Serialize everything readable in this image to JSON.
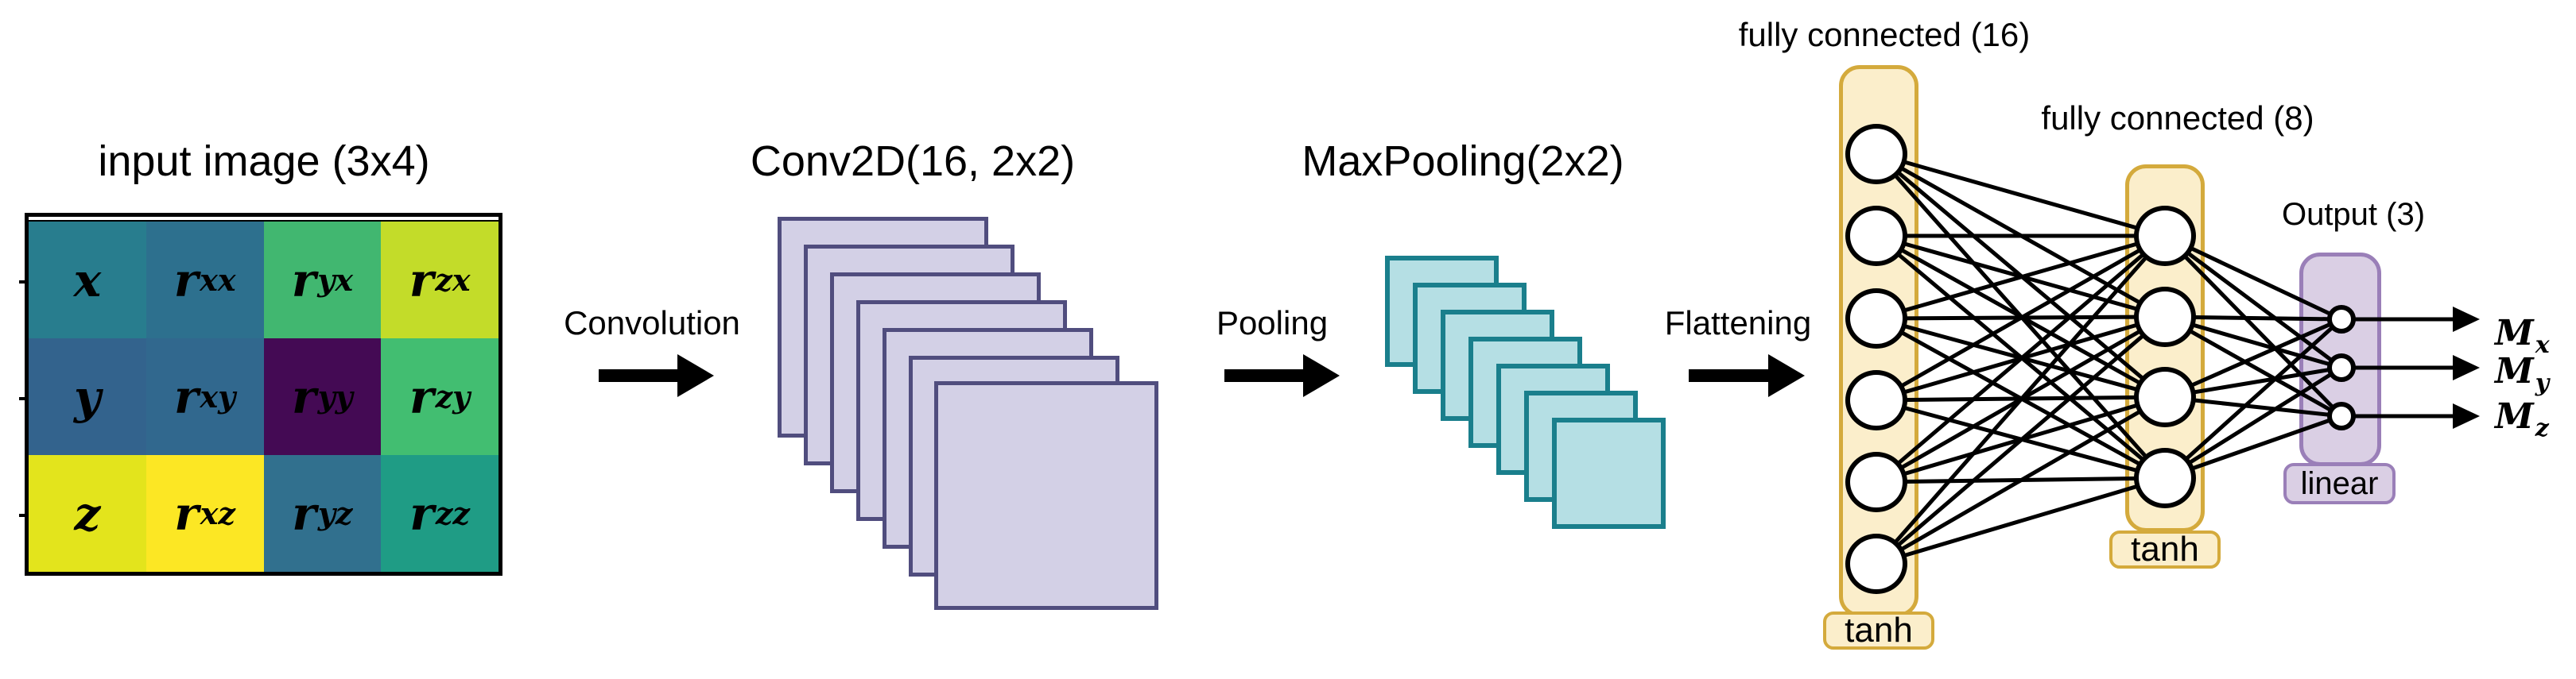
{
  "input": {
    "title": "input image (3x4)",
    "grid": {
      "rows": 3,
      "cols": 4,
      "cells": [
        {
          "base": "x",
          "sub": "",
          "color": "#287d8e"
        },
        {
          "base": "r",
          "sub": "xx",
          "color": "#2d708e"
        },
        {
          "base": "r",
          "sub": "yx",
          "color": "#41b770"
        },
        {
          "base": "r",
          "sub": "zx",
          "color": "#c3dc29"
        },
        {
          "base": "y",
          "sub": "",
          "color": "#33638d"
        },
        {
          "base": "r",
          "sub": "xy",
          "color": "#31688e"
        },
        {
          "base": "r",
          "sub": "yy",
          "color": "#440a54"
        },
        {
          "base": "r",
          "sub": "zy",
          "color": "#42be71"
        },
        {
          "base": "z",
          "sub": "",
          "color": "#e3e41c"
        },
        {
          "base": "r",
          "sub": "xz",
          "color": "#fce724"
        },
        {
          "base": "r",
          "sub": "yz",
          "color": "#31708e"
        },
        {
          "base": "r",
          "sub": "zz",
          "color": "#1f9c85"
        }
      ]
    }
  },
  "steps": [
    {
      "label": "Convolution"
    },
    {
      "label": "Pooling"
    },
    {
      "label": "Flattening"
    }
  ],
  "conv_layer": {
    "title": "Conv2D(16, 2x2)",
    "feature_maps_shown": 7,
    "fill": "#d3d0e6",
    "border": "#504d7e"
  },
  "pool_layer": {
    "title": "MaxPooling(2x2)",
    "feature_maps_shown": 7,
    "fill": "#b5dfe4",
    "border": "#1a7f8c"
  },
  "fc1": {
    "title": "fully connected (16)",
    "activation": "tanh",
    "circles_shown": 6,
    "fill": "#fbeecb",
    "border": "#d4aa3c"
  },
  "fc2": {
    "title": "fully connected (8)",
    "activation": "tanh",
    "circles_shown": 4,
    "fill": "#fbeecb",
    "border": "#d4aa3c"
  },
  "output_layer": {
    "title": "Output (3)",
    "activation": "linear",
    "circles_shown": 3,
    "fill": "#dacfe4",
    "border": "#9a7fb8",
    "outputs": [
      {
        "base": "M",
        "sub": "x"
      },
      {
        "base": "M",
        "sub": "y"
      },
      {
        "base": "M",
        "sub": "z"
      }
    ]
  },
  "line_color": "#000000"
}
